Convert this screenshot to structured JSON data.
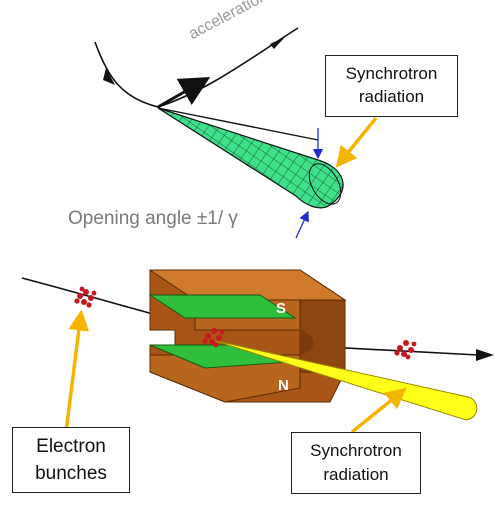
{
  "top": {
    "acceleration_label": "acceleration",
    "opening_angle_label": "Opening angle ±1/ γ",
    "callout_line1": "Synchrotron",
    "callout_line2": "radiation"
  },
  "bottom": {
    "pole_north": "N",
    "pole_south": "S",
    "electron_label_line1": "Electron",
    "electron_label_line2": "bunches",
    "callout_line1": "Synchrotron",
    "callout_line2": "radiation"
  },
  "colors": {
    "cone_green": "#3ee08a",
    "magnet_brown": "#b8651e",
    "magnet_green": "#2fbf3a",
    "beam_yellow": "#ffff1a",
    "arrow_yellow": "#f5b400",
    "electron_red": "#c8181e",
    "blue_arrow": "#1f2ccf"
  }
}
